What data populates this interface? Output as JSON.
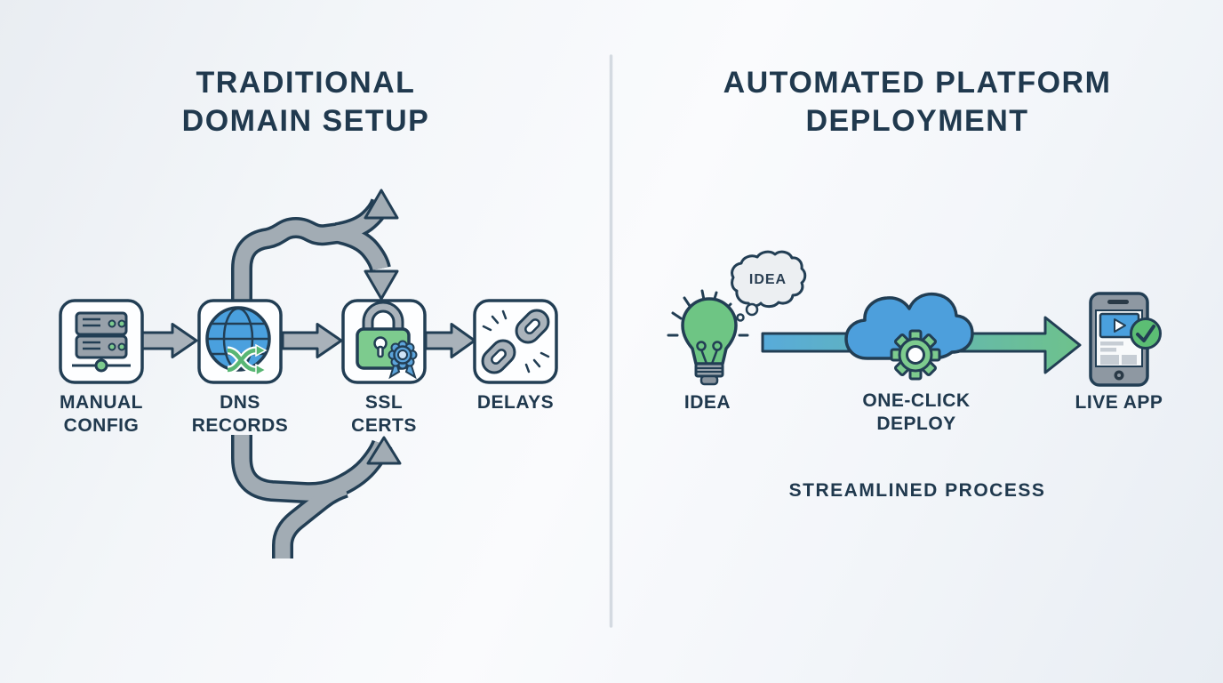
{
  "left": {
    "title_line1": "TRADITIONAL",
    "title_line2": "DOMAIN SETUP",
    "steps": [
      {
        "label": "MANUAL\nCONFIG",
        "icon": "server-icon"
      },
      {
        "label": "DNS\nRECORDS",
        "icon": "globe-shuffle-icon"
      },
      {
        "label": "SSL\nCERTS",
        "icon": "padlock-certificate-icon"
      },
      {
        "label": "DELAYS",
        "icon": "broken-chain-icon"
      }
    ]
  },
  "right": {
    "title_line1": "AUTOMATED PLATFORM",
    "title_line2": "DEPLOYMENT",
    "thought_bubble_text": "IDEA",
    "steps": [
      {
        "label": "IDEA",
        "icon": "lightbulb-icon"
      },
      {
        "label": "ONE-CLICK\nDEPLOY",
        "icon": "cloud-gear-icon"
      },
      {
        "label": "LIVE APP",
        "icon": "smartphone-check-icon"
      }
    ],
    "footer": "STREAMLINED PROCESS"
  },
  "colors": {
    "navy_outline": "#223e54",
    "text_navy": "#20394e",
    "gray_arrow": "#a9b2ba",
    "tangle_gray": "#a2acb4",
    "globe_blue": "#4aa0de",
    "cloud_blue": "#4d9fdc",
    "green": "#7dcb8e",
    "check_green": "#5cbe74",
    "rosette_blue": "#5ca4db",
    "deploy_gradient_start": "#58abda",
    "deploy_gradient_end": "#6ec28c",
    "background": "#eef2f6",
    "divider": "#d4dae1"
  }
}
